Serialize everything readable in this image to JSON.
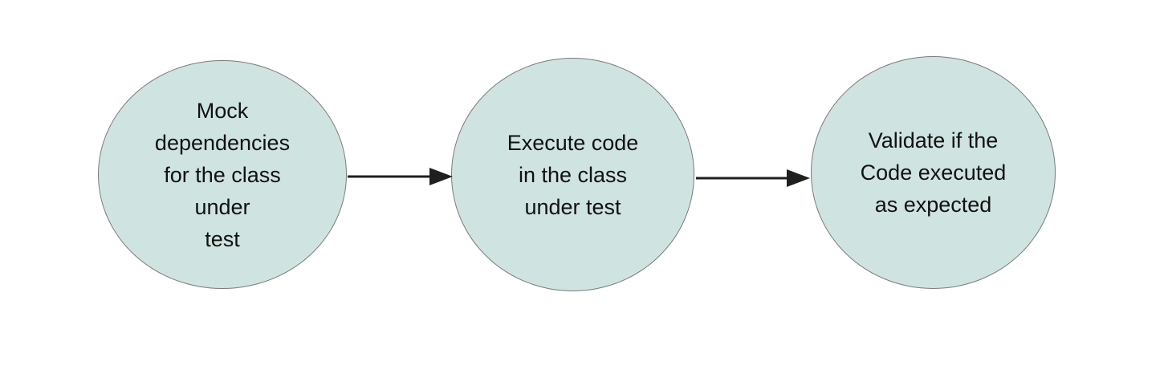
{
  "diagram": {
    "colors": {
      "background": "#ffffff",
      "node_fill": "#cfe4e0",
      "node_border": "#7a7a7a",
      "text": "#111111",
      "arrow": "#1f1f1f"
    },
    "nodes": [
      {
        "id": "mock-dependencies",
        "label": "Mock\ndependencies\nfor the class\nunder\ntest"
      },
      {
        "id": "execute-code",
        "label": "Execute code\nin the class\nunder test"
      },
      {
        "id": "validate-code",
        "label": "Validate if the\nCode executed\nas expected"
      }
    ],
    "edges": [
      {
        "from": "mock-dependencies",
        "to": "execute-code"
      },
      {
        "from": "execute-code",
        "to": "validate-code"
      }
    ]
  }
}
